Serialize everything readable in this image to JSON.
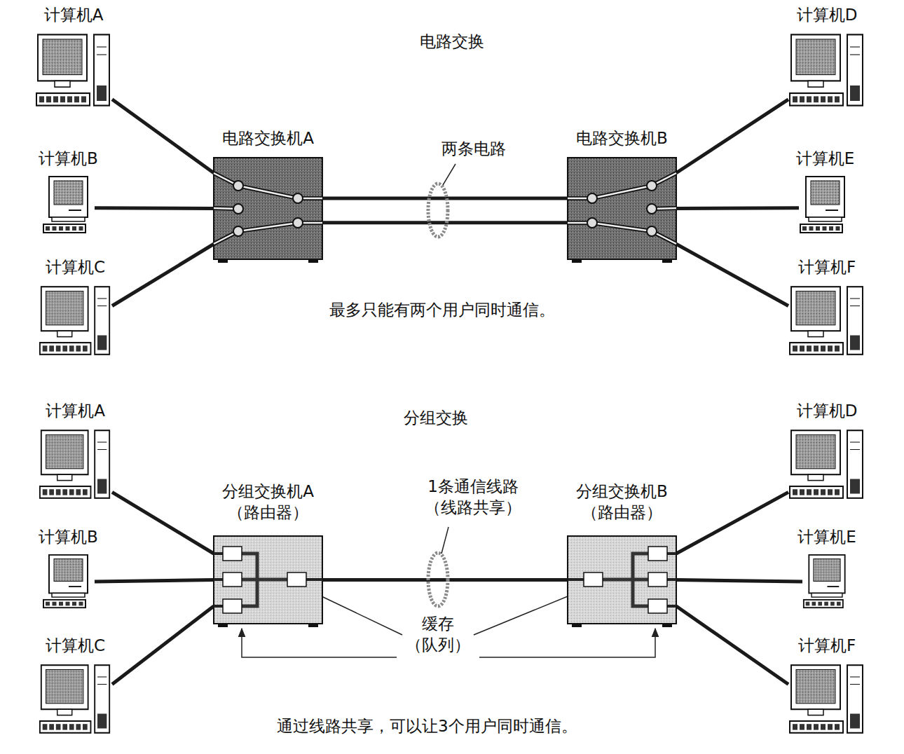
{
  "diagram": {
    "nodes": [
      {
        "text": [
          "计算机A"
        ]
      },
      {
        "text": [
          "计算机D"
        ]
      },
      {
        "text": [
          "电路交换机A"
        ]
      },
      {
        "text": [
          "电路交换机B"
        ]
      },
      {
        "text": [
          "计算机B"
        ]
      },
      {
        "text": [
          "计算机E"
        ]
      },
      {
        "text": [
          "计算机C"
        ]
      },
      {
        "text": [
          "计算机F"
        ]
      },
      {
        "text": [
          "计算机A"
        ]
      },
      {
        "text": [
          "计算机D"
        ]
      },
      {
        "text": [
          "分组交换机A （路由器）"
        ]
      },
      {
        "text": [
          "分组交换机B （路由器）"
        ]
      },
      {
        "text": [
          "计算机B"
        ]
      },
      {
        "text": [
          "计算机E"
        ]
      },
      {
        "text": [
          "计算机C"
        ]
      },
      {
        "text": [
          "计算机F"
        ]
      }
    ],
    "edges": [
      {
        "from": 0,
        "to": 2,
        "arrow": "none"
      },
      {
        "from": 4,
        "to": 2,
        "arrow": "none"
      },
      {
        "from": 6,
        "to": 2,
        "arrow": "none"
      },
      {
        "from": 2,
        "to": 3,
        "arrow": "none"
      },
      {
        "from": 2,
        "to": 3,
        "arrow": "none"
      },
      {
        "from": 3,
        "to": 1,
        "arrow": "none"
      },
      {
        "from": 3,
        "to": 5,
        "arrow": "none"
      },
      {
        "from": 3,
        "to": 7,
        "arrow": "none"
      },
      {
        "from": 8,
        "to": 10,
        "arrow": "none"
      },
      {
        "from": 12,
        "to": 10,
        "arrow": "none"
      },
      {
        "from": 14,
        "to": 10,
        "arrow": "none"
      },
      {
        "from": 10,
        "to": 11,
        "arrow": "none"
      },
      {
        "from": 11,
        "to": 9,
        "arrow": "none"
      },
      {
        "from": 11,
        "to": 13,
        "arrow": "none"
      },
      {
        "from": 11,
        "to": 15,
        "arrow": "none"
      }
    ],
    "labels": [
      "电路交换",
      "两条电路",
      "最多只能有两个用户同时通信。",
      "分组交换",
      "1条通信线路 （线路共享）",
      "缓存 （队列）",
      "通过线路共享，可以让3个用户同时通信。"
    ]
  }
}
